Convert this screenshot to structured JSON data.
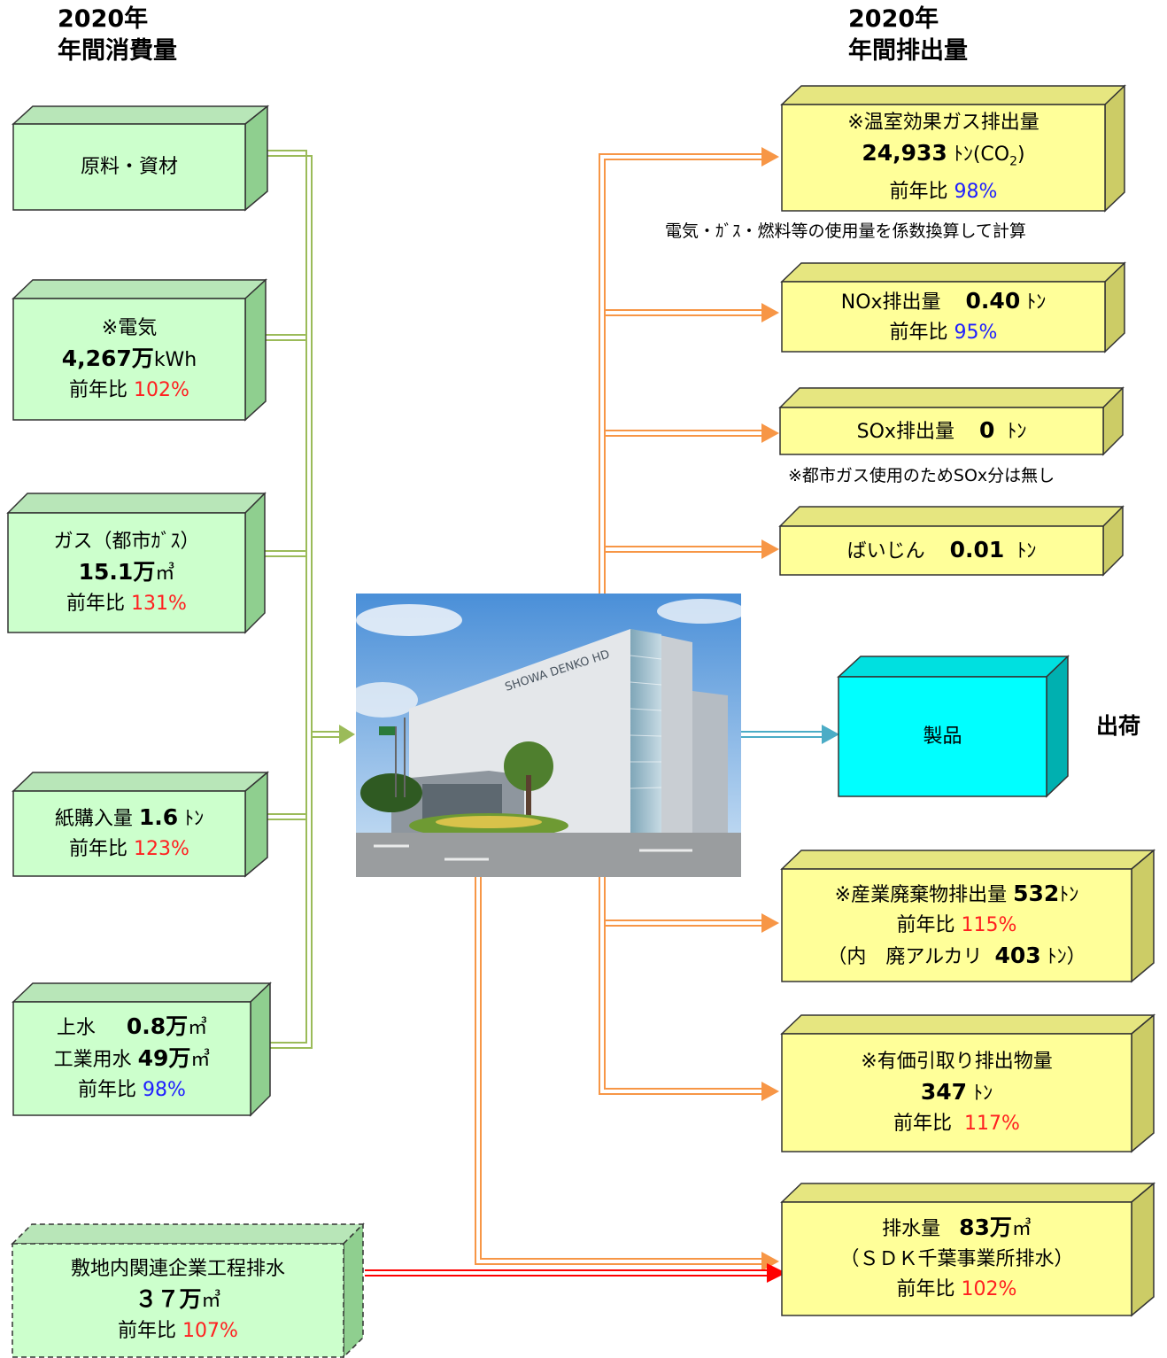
{
  "headers": {
    "left_year": "2020年",
    "left_title": "年間消費量",
    "right_year": "2020年",
    "right_title": "年間排出量"
  },
  "inputs": {
    "materials": {
      "label": "原料・資材"
    },
    "electricity": {
      "title": "※電気",
      "amount": "4,267万",
      "unit": "kWh",
      "ratio_label": "前年比",
      "ratio": "102%"
    },
    "gas": {
      "title": "ガス（都市ｶﾞｽ）",
      "amount": "15.1万",
      "unit": "㎥",
      "ratio_label": "前年比",
      "ratio": "131%"
    },
    "paper": {
      "label": "紙購入量",
      "amount": "1.6",
      "unit": "ﾄﾝ",
      "ratio_label": "前年比",
      "ratio": "123%"
    },
    "water": {
      "label1": "上水",
      "amount1": "0.8万",
      "unit1": "㎥",
      "label2": "工業用水",
      "amount2": "49万",
      "unit2": "㎥",
      "ratio_label": "前年比",
      "ratio": "98%"
    },
    "related": {
      "title": "敷地内関連企業工程排水",
      "amount": "３７万",
      "unit": "㎥",
      "ratio_label": "前年比",
      "ratio": "107%"
    }
  },
  "outputs": {
    "ghg": {
      "title": "※温室効果ガス排出量",
      "amount": "24,933",
      "unit_pre": "ﾄﾝ(CO",
      "unit_sub": "2",
      "unit_post": ")",
      "ratio_label": "前年比",
      "ratio": "98%",
      "note": "電気・ｶﾞｽ・燃料等の使用量を係数換算して計算"
    },
    "nox": {
      "label": "NOx排出量",
      "amount": "0.40",
      "unit": "ﾄﾝ",
      "ratio_label": "前年比",
      "ratio": "95%"
    },
    "sox": {
      "label": "SOx排出量",
      "amount": "0",
      "unit": "ﾄﾝ",
      "note": "※都市ガス使用のためSOx分は無し"
    },
    "dust": {
      "label": "ばいじん",
      "amount": "0.01",
      "unit": "ﾄﾝ"
    },
    "product": {
      "label": "製品",
      "shipping": "出荷"
    },
    "waste": {
      "title": "※産業廃棄物排出量",
      "amount": "532",
      "unit": "ﾄﾝ",
      "ratio_label": "前年比",
      "ratio": "115%",
      "inner_pre": "（内　廃アルカリ",
      "inner_amount": "403",
      "inner_unit": "ﾄﾝ）"
    },
    "valuable": {
      "title": "※有価引取り排出物量",
      "amount": "347",
      "unit": "ﾄﾝ",
      "ratio_label": "前年比",
      "ratio": "117%"
    },
    "drainage": {
      "label": "排水量",
      "amount": "83万",
      "unit": "㎥",
      "sub": "（ＳＤＫ千葉事業所排水）",
      "ratio_label": "前年比",
      "ratio": "102%"
    }
  },
  "photo": {
    "sign": "SHOWA DENKO HD"
  },
  "colors": {
    "input_fill": "#ccffcc",
    "input_dark": "#8fcf8f",
    "output_fill": "#ffff99",
    "output_dark": "#cccc66",
    "product_fill": "#00ffff",
    "product_dark": "#00b0b0",
    "green_line": "#9bbb59",
    "orange_line": "#f79646",
    "red_line": "#ff0000",
    "blue_line": "#4bacc6",
    "ratio_red": "#ff2020",
    "ratio_blue": "#2020ff"
  }
}
